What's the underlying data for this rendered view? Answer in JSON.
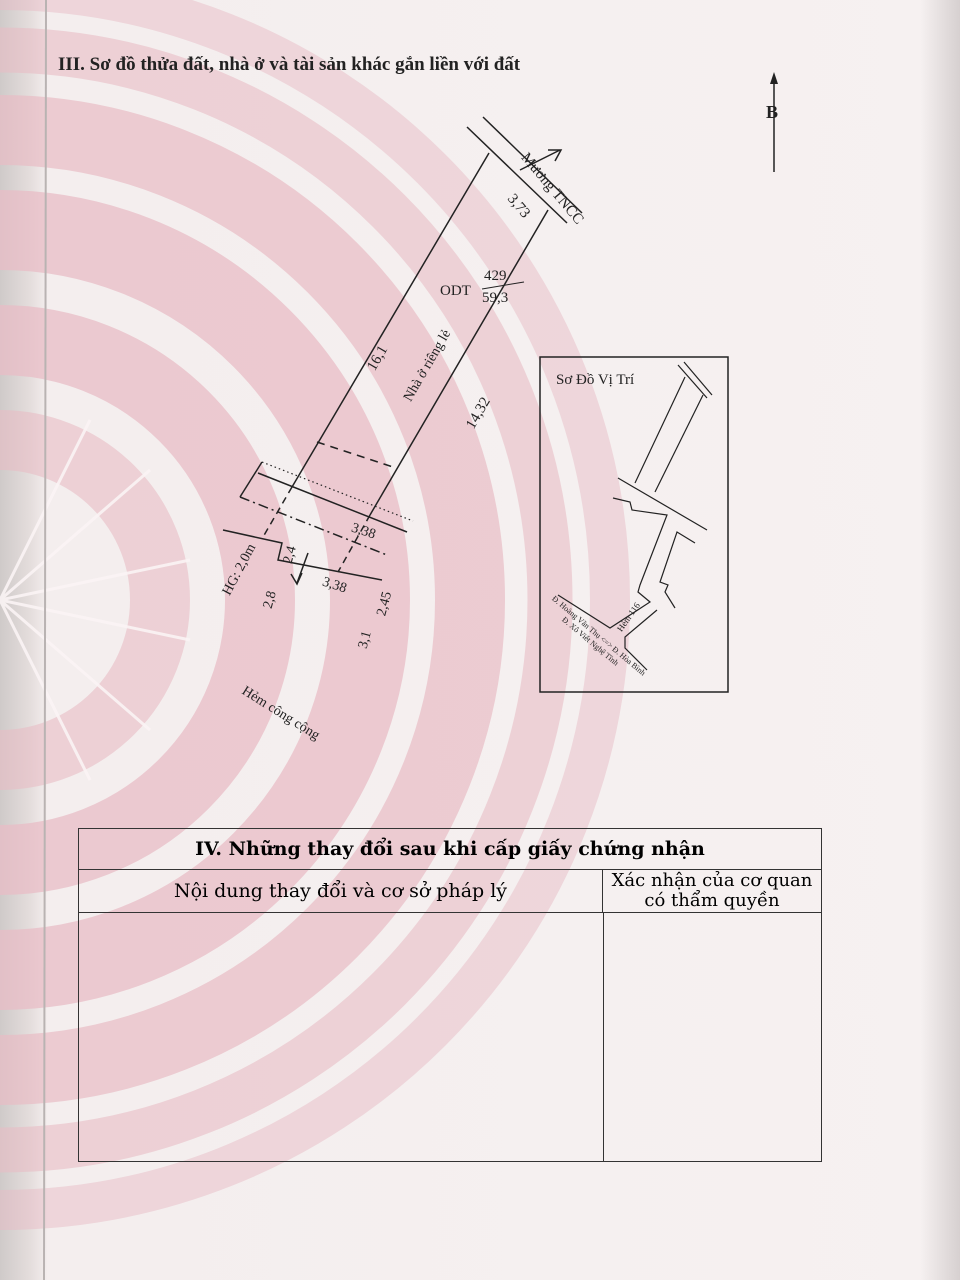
{
  "section_iii": {
    "title": "III. Sơ đồ thửa đất, nhà ở và tài sản khác gắn liền với đất",
    "north_label": "B",
    "parcel": {
      "land_type": "ODT",
      "parcel_number": "429",
      "area": "59,3",
      "house_label": "Nhà ở riêng lẻ",
      "ditch_label": "Mương TNCC",
      "alley_label": "Hẻm công cộng",
      "setback_label": "HG: 2,0m",
      "dimensions": {
        "back": "3,73",
        "left": "16,1",
        "right": "14,32",
        "inner_width": "3,38",
        "front_width": "3,38",
        "left_front": "2,4",
        "left_setback": "2,8",
        "right_front": "2,45",
        "right_setback": "3,1"
      }
    },
    "location_map": {
      "title": "Sơ Đồ Vị Trí",
      "street_1": "Đ. Hoàng Văn Thụ <=> Đ. Hòa Bình",
      "street_2": "Đ. Xô Viết Nghệ Tĩnh",
      "alley": "Hẻm 116"
    }
  },
  "section_iv": {
    "title": "IV. Những thay đổi sau khi cấp giấy chứng nhận",
    "col_content": "Nội dung thay đổi và cơ sở pháp lý",
    "col_confirm_line1": "Xác nhận của cơ quan",
    "col_confirm_line2": "có thẩm quyền"
  },
  "colors": {
    "watermark": "#e6b9c2",
    "ink": "#222222"
  }
}
